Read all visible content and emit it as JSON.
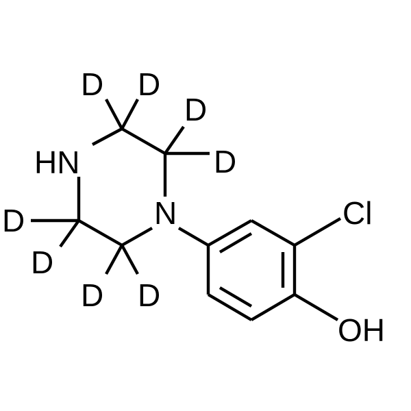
{
  "molecule": {
    "labels": {
      "nh": "HN",
      "n": "N",
      "cl": "Cl",
      "oh": "OH",
      "d": "D"
    }
  }
}
